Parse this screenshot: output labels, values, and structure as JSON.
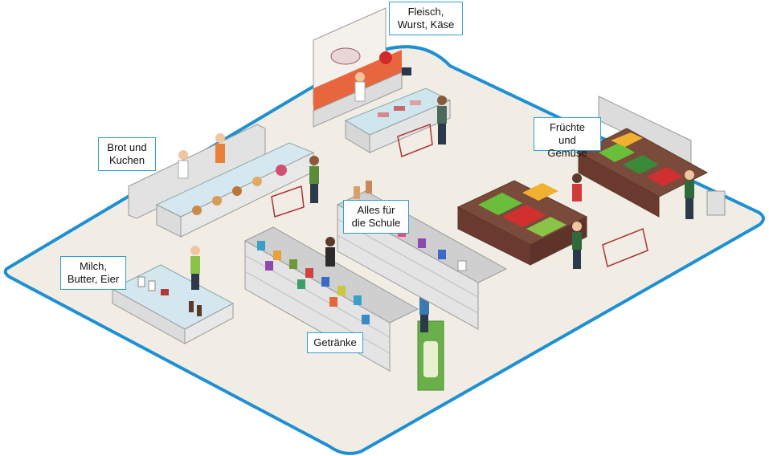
{
  "labels": {
    "meat": "Fleisch,\nWurst, Käse",
    "bakery": "Brot und\nKuchen",
    "produce": "Früchte und\nGemüse",
    "school": "Alles für\ndie Schule",
    "dairy": "Milch,\nButter, Eier",
    "drinks": "Getränke"
  },
  "colors": {
    "floor": "#f1ede4",
    "floor_border": "#1e90d2",
    "label_border": "#2e9fd8",
    "counter": "#e6e6e6",
    "meat_accent": "#e0402a"
  }
}
